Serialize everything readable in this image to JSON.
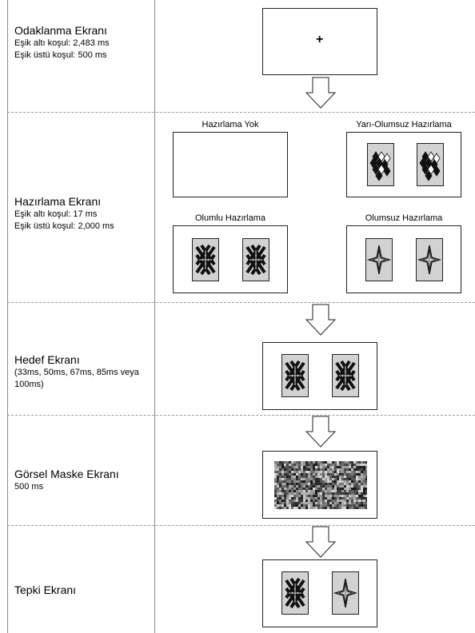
{
  "rows": [
    {
      "title": "Odaklanma Ekranı",
      "lines": [
        "Eşik altı koşul: 2,483 ms",
        "Eşik üstü koşul: 500 ms"
      ]
    },
    {
      "title": "Hazırlama Ekranı",
      "lines": [
        "Eşik altı koşul: 17 ms",
        "Eşik üstü koşul: 2,000 ms"
      ]
    },
    {
      "title": "Hedef Ekranı",
      "lines": [
        "(33ms, 50ms, 67ms, 85ms veya",
        "100ms)"
      ]
    },
    {
      "title": "Görsel Maske Ekranı",
      "lines": [
        "500 ms"
      ]
    },
    {
      "title": "Tepki Ekranı",
      "lines": []
    }
  ],
  "fixation_symbol": "+",
  "priming_panels": [
    {
      "caption": "Hazırlama Yok"
    },
    {
      "caption": "Yarı-Olumsuz Hazırlama"
    },
    {
      "caption": "Olumlu Hazırlama"
    },
    {
      "caption": "Olumsuz Hazırlama"
    }
  ]
}
